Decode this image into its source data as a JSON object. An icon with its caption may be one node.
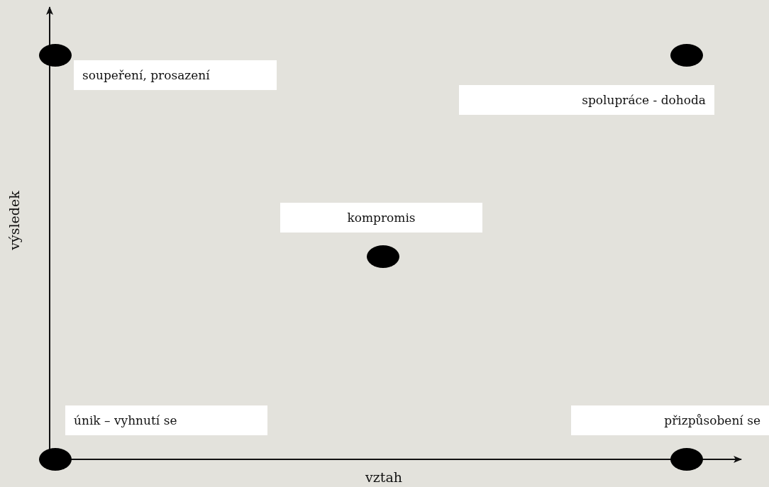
{
  "diagram": {
    "nodes": [
      {
        "text": [
          "soupeření, prosazení"
        ]
      },
      {
        "text": [
          "spolupráce - dohoda"
        ]
      },
      {
        "text": [
          "kompromis"
        ]
      },
      {
        "text": [
          "únik – vyhnutí se"
        ]
      },
      {
        "text": [
          "přizpůsobení se"
        ]
      }
    ],
    "labels": [
      "výsledek",
      "vztah"
    ]
  }
}
